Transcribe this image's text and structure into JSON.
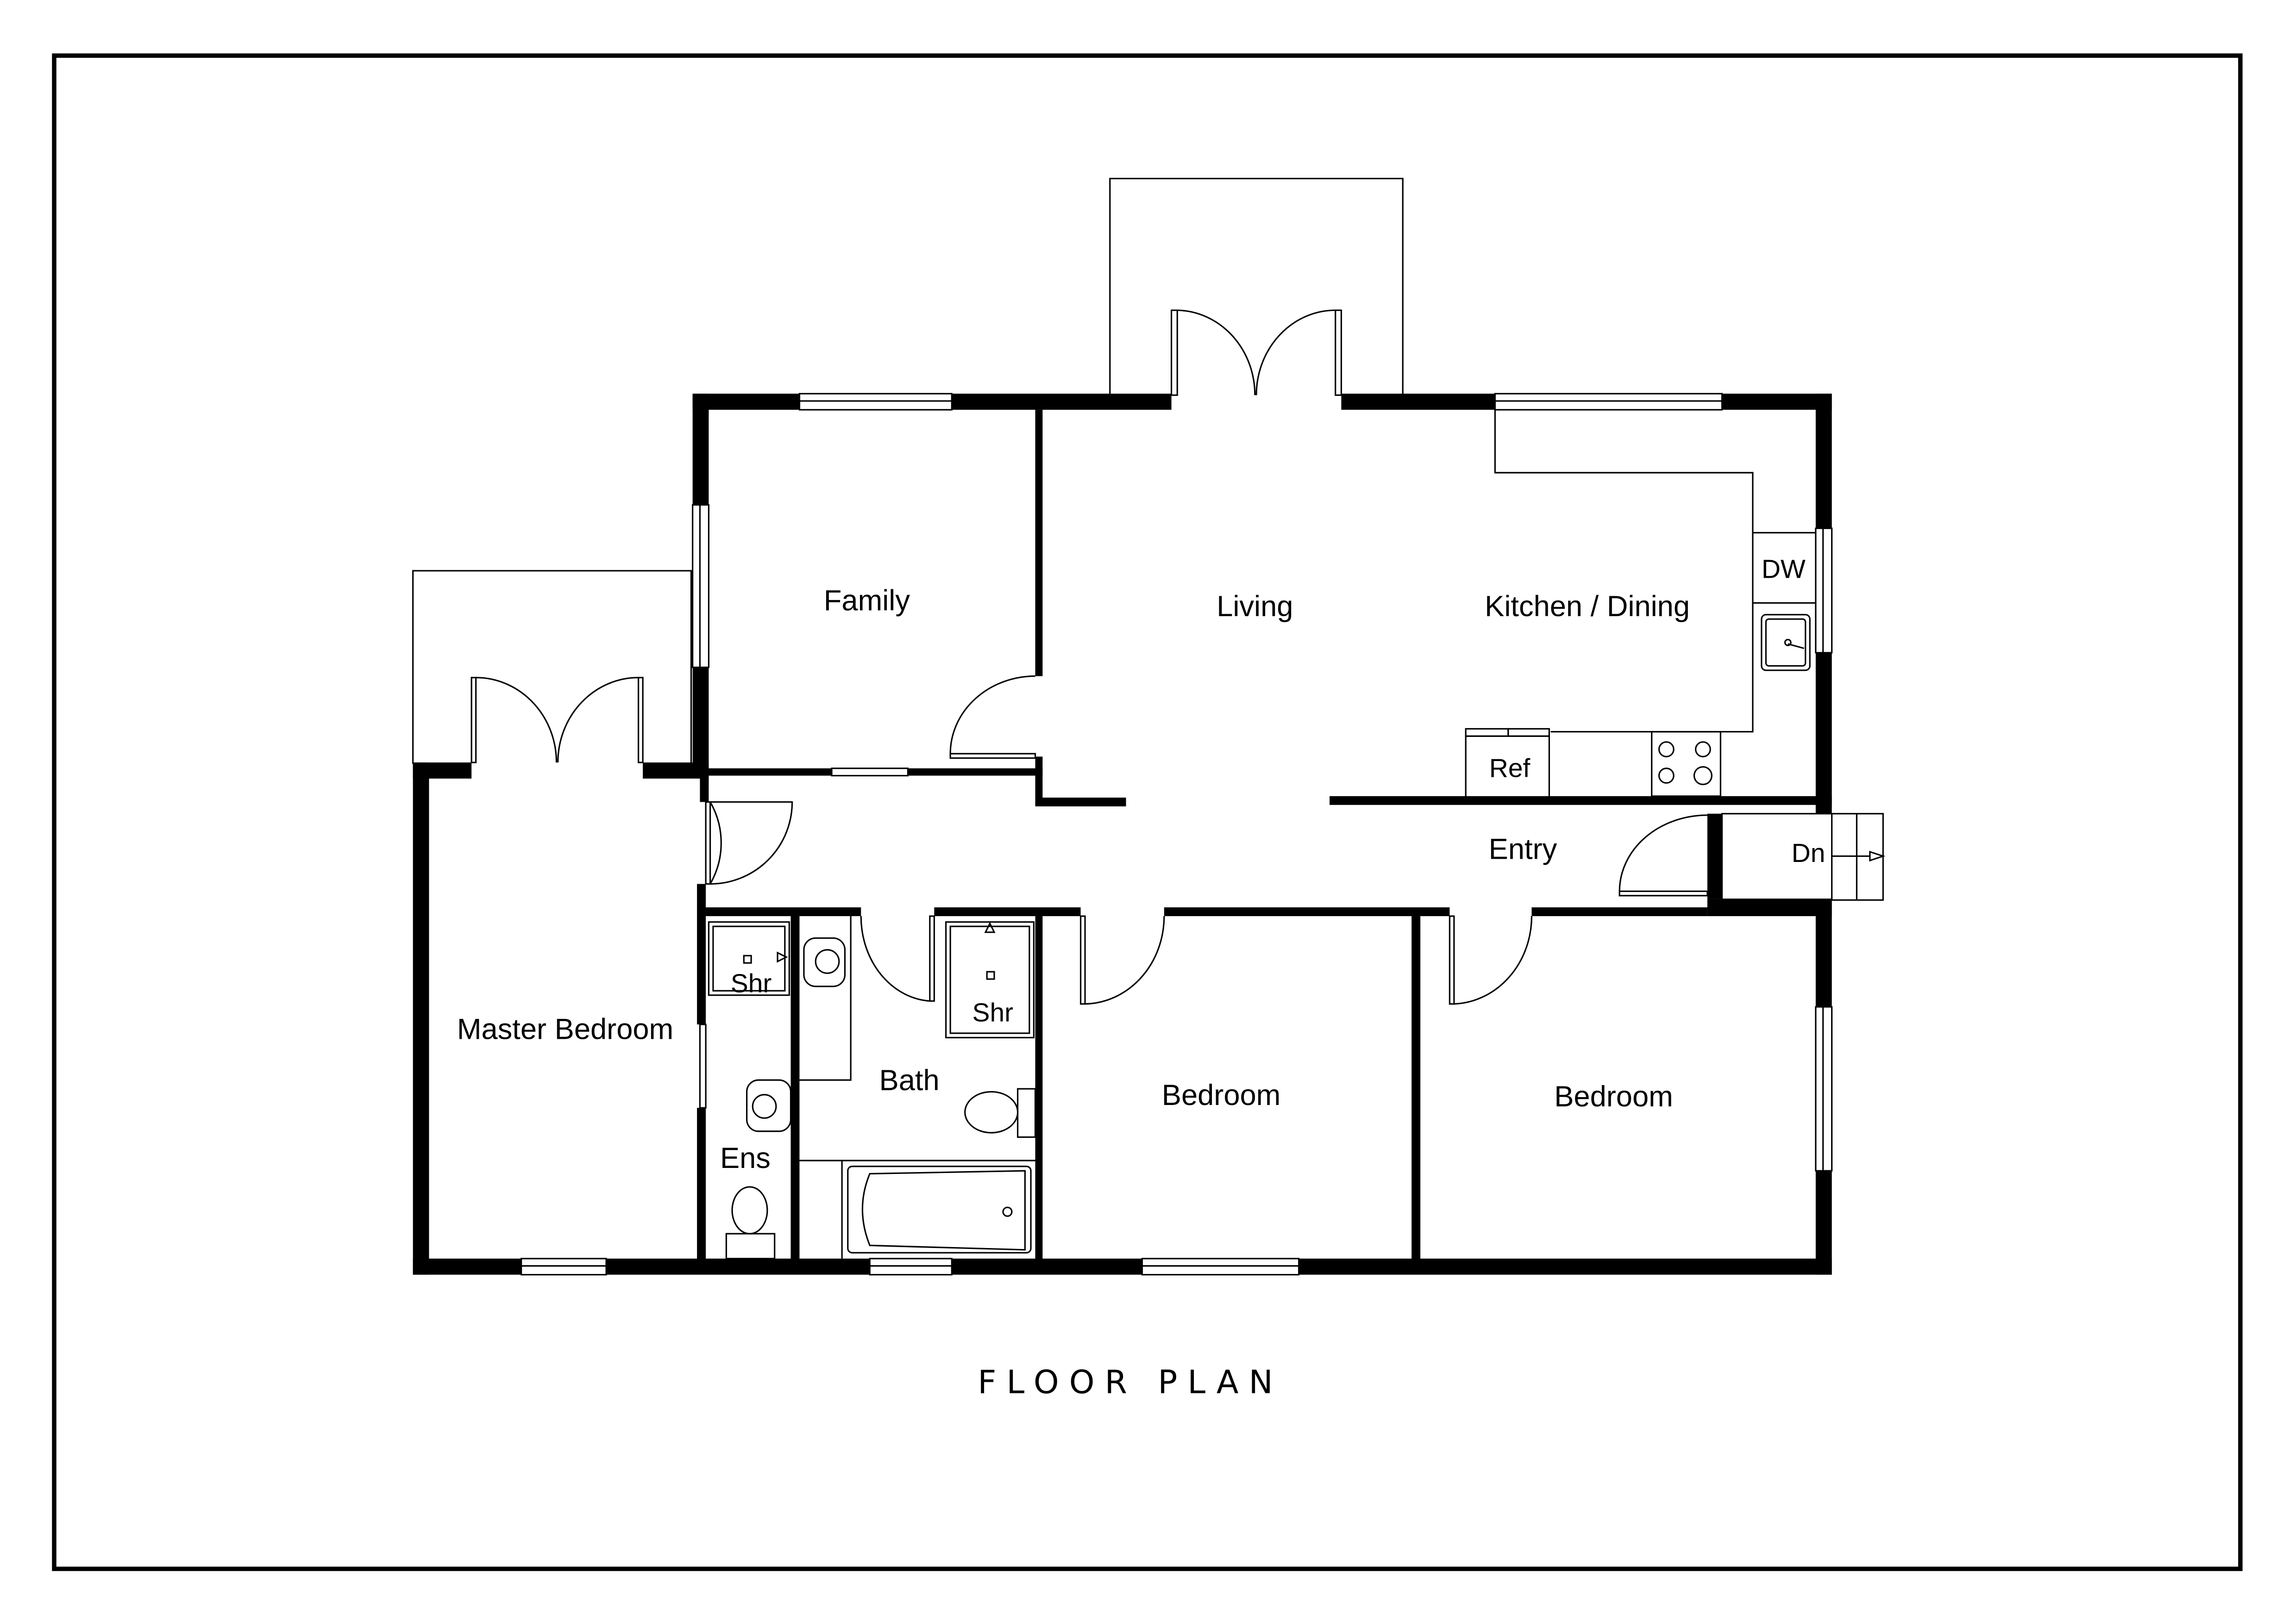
{
  "title": "FLOOR PLAN",
  "rooms": {
    "family": "Family",
    "living": "Living",
    "kitchen_dining": "Kitchen / Dining",
    "entry": "Entry",
    "master_bedroom": "Master Bedroom",
    "ensuite": "Ens",
    "bath": "Bath",
    "bedroom_2": "Bedroom",
    "bedroom_3": "Bedroom"
  },
  "fixtures": {
    "dishwasher": "DW",
    "refrigerator": "Ref",
    "ensuite_shower": "Shr",
    "bath_shower": "Shr",
    "stairs_down": "Dn"
  },
  "colors": {
    "wall": "#000000",
    "background": "#ffffff"
  }
}
